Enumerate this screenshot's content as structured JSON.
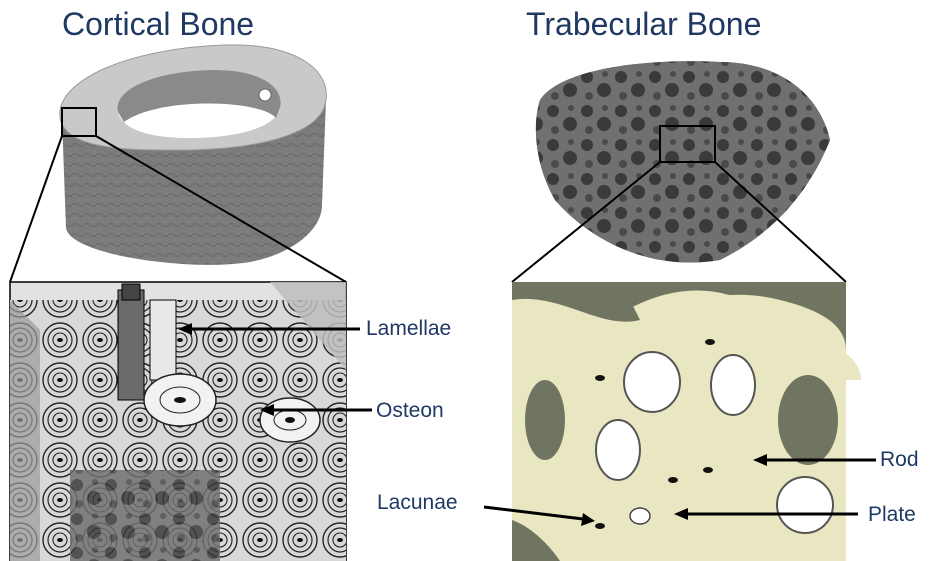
{
  "titles": {
    "cortical": "Cortical Bone",
    "trabecular": "Trabecular Bone"
  },
  "labels": {
    "lamellae": "Lamellae",
    "osteon": "Osteon",
    "rod": "Rod",
    "lacunae": "Lacunae",
    "plate": "Plate"
  },
  "colors": {
    "title_text": "#1f3864",
    "bone_gray": "#8c8c8c",
    "trabecular_fill": "#e9e6c2",
    "trabecular_shadow": "#6f7560"
  }
}
